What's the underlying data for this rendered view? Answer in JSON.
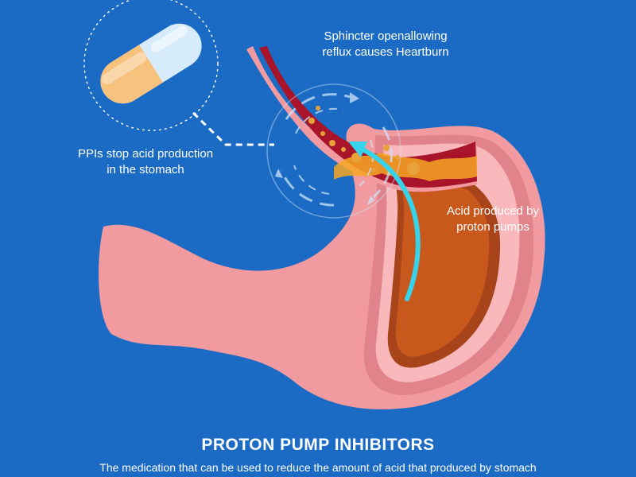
{
  "labels": {
    "sphincter": {
      "line1": "Sphincter openallowing",
      "line2": "reflux causes Heartburn"
    },
    "ppi": {
      "line1": "PPIs stop acid production",
      "line2": "in the stomach"
    },
    "acid": {
      "line1": "Acid produced by",
      "line2": "proton pumps"
    }
  },
  "footer": {
    "title": "PROTON PUMP INHIBITORS",
    "subtitle": "The medication that can be used to reduce the amount of acid that produced by stomach"
  },
  "colors": {
    "background": "#1b6bc4",
    "stomach_outer": "#f19ba0",
    "stomach_wall": "#f9b8bb",
    "stomach_shadow": "#d9707a",
    "acid": "#c9581d",
    "acid_dark": "#a8441a",
    "esophagus_lumen": "#a8152a",
    "acid_bubble": "#e8a23a",
    "capsule_top": "#d6ecfb",
    "capsule_bottom": "#f6c27e",
    "arrow": "#37d3ea",
    "ring": "#cfe3f7"
  },
  "icons": [
    "pill-capsule-icon",
    "reflux-circle-icon",
    "acid-arrow-icon"
  ]
}
